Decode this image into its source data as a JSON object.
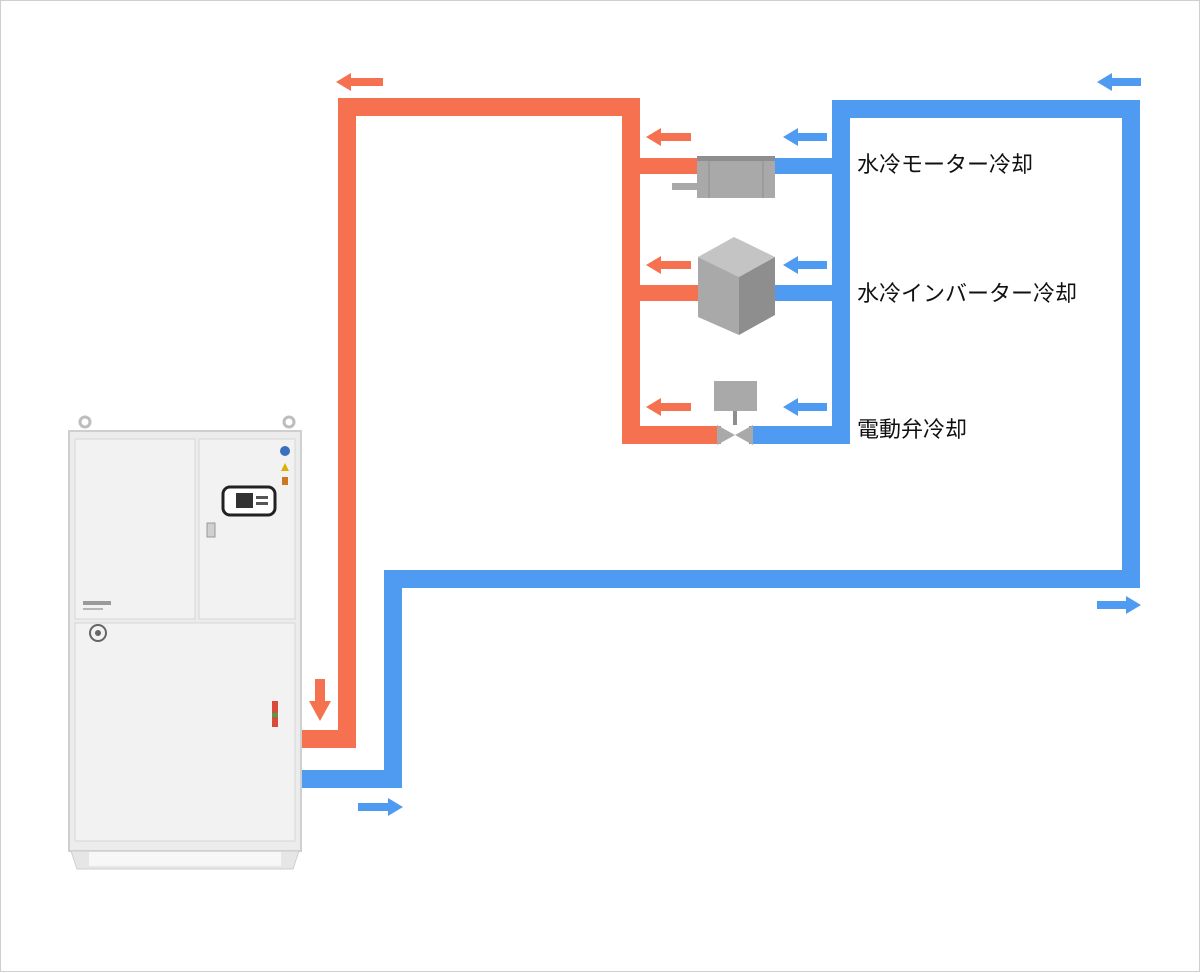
{
  "colors": {
    "hot": "#f5714f",
    "cold": "#4f9bf2",
    "device": "#a9a9a9",
    "device_dark": "#8e8e8e",
    "cabinet": "#ececec",
    "cabinet_line": "#cfcfcf"
  },
  "labels": {
    "motor": "水冷モーター冷却",
    "inverter": "水冷インバーター冷却",
    "valve": "電動弁冷却"
  },
  "icons": {
    "chiller": "chiller-cabinet",
    "motor": "motor-device",
    "inverter": "inverter-box",
    "valve": "electric-valve"
  }
}
